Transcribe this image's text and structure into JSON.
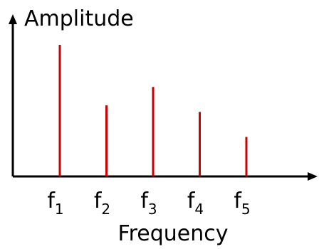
{
  "chart_data": {
    "type": "bar",
    "title": "",
    "ylabel": "Amplitude",
    "xlabel": "Frequency",
    "categories": [
      {
        "base": "f",
        "sub": "1"
      },
      {
        "base": "f",
        "sub": "2"
      },
      {
        "base": "f",
        "sub": "3"
      },
      {
        "base": "f",
        "sub": "4"
      },
      {
        "base": "f",
        "sub": "5"
      }
    ],
    "values": [
      100,
      54,
      68,
      49,
      30
    ],
    "ylim": [
      0,
      110
    ],
    "grid": false,
    "colors": {
      "bar": "#cc0000",
      "axis": "#000000"
    }
  }
}
